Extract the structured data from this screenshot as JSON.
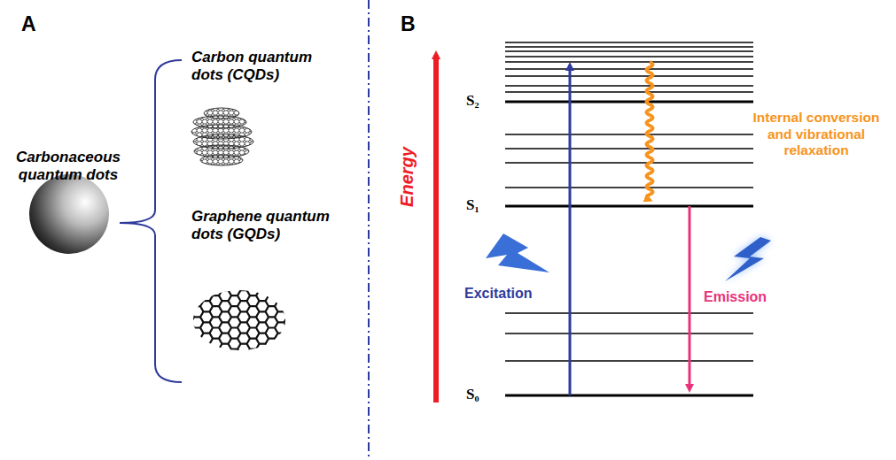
{
  "diagram": {
    "labels": [
      "A",
      "Carbonaceous quantum dots",
      "Carbon quantum dots (CQDs)",
      "Graphene quantum dots (GQDs)",
      "B",
      "Energy",
      "S₂",
      "S₁",
      "S₀",
      "Internal conversion and vibrational relaxation",
      "Excitation",
      "Emission"
    ]
  }
}
